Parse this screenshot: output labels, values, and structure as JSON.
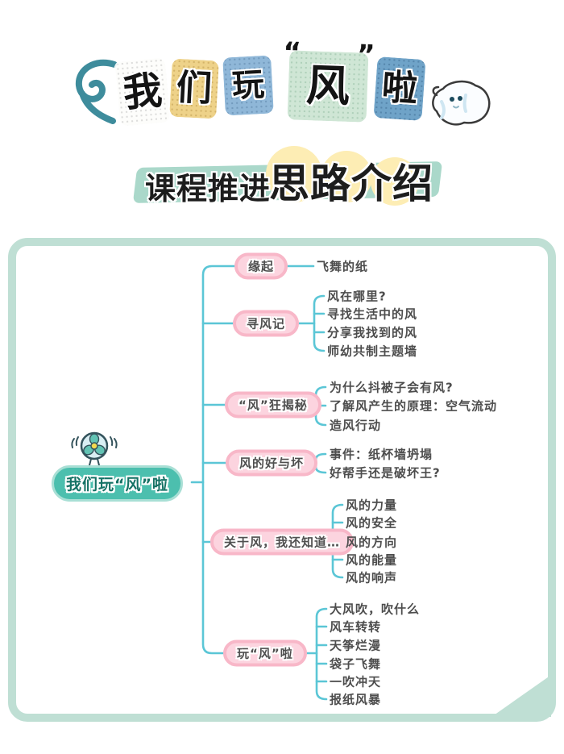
{
  "header": {
    "title": {
      "tiles": [
        {
          "ch": "我",
          "bg": "#fdfdfb"
        },
        {
          "ch": "们",
          "bg": "#eed289"
        },
        {
          "ch": "玩",
          "bg": "#8fb7d8"
        },
        {
          "ch": "风",
          "bg": "#cfe6d5",
          "quote_open": "“",
          "quote_close": "”"
        },
        {
          "ch": "啦",
          "bg": "#6fa3c8"
        }
      ]
    },
    "subtitle": {
      "prefix": "课程推进",
      "emphasis": "思路介绍"
    }
  },
  "icons": {
    "left_decor": "swirl-icon",
    "right_decor": "cloud-icon",
    "root_decor": "fan-icon"
  },
  "colors": {
    "frame_border": "#bfdfd4",
    "connector_line": "#5bc6d6",
    "branch_pill_fill": "#fcd4df",
    "branch_pill_border": "#f8b7c8",
    "root_pill_fill": "#4cbfae",
    "subtitle_banner": "#aad8ca",
    "subtitle_circle": "#fdedb4"
  },
  "mindmap": {
    "root": "我们玩“风”啦",
    "branches": [
      {
        "label": "缘起",
        "children": [
          "飞舞的纸"
        ]
      },
      {
        "label": "寻风记",
        "children": [
          "风在哪里?",
          "寻找生活中的风",
          "分享我找到的风",
          "师幼共制主题墙"
        ]
      },
      {
        "label": "“风”狂揭秘",
        "children": [
          "为什么抖被子会有风?",
          "了解风产生的原理：空气流动",
          "造风行动"
        ]
      },
      {
        "label": "风的好与坏",
        "children": [
          "事件：纸杯墙坍塌",
          "好帮手还是破坏王?"
        ]
      },
      {
        "label": "关于风，我还知道…",
        "children": [
          "风的力量",
          "风的安全",
          "风的方向",
          "风的能量",
          "风的响声"
        ]
      },
      {
        "label": "玩“风”啦",
        "children": [
          "大风吹，吹什么",
          "风车转转",
          "天筝烂漫",
          "袋子飞舞",
          "一吹冲天",
          "报纸风暴"
        ]
      }
    ]
  }
}
